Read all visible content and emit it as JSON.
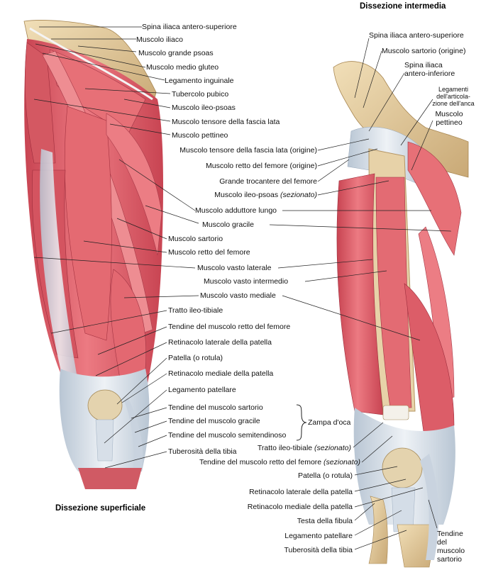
{
  "titles": {
    "intermediate": "Dissezione intermedia",
    "superficial": "Dissezione superficiale"
  },
  "colors": {
    "muscle": "#e0606c",
    "muscle_dark": "#b83848",
    "muscle_light": "#f0a0a6",
    "tendon": "#dfe6ee",
    "tendon_shade": "#b9c6d4",
    "bone": "#e8d2a6",
    "bone_dark": "#c7a977",
    "leader": "#222222"
  },
  "left_labels": {
    "spina_iliaca": "Spina iliaca antero-superiore",
    "iliaco": "Muscolo iliaco",
    "grande_psoas": "Muscolo grande psoas",
    "medio_gluteo": "Muscolo medio gluteo",
    "legamento_inguinale": "Legamento inguinale",
    "tubercolo_pubico": "Tubercolo pubico",
    "ileo_psoas": "Muscolo ileo-psoas",
    "tensore": "Muscolo tensore della fascia lata",
    "pettineo": "Muscolo pettineo",
    "sartorio": "Muscolo sartorio",
    "retto_femore": "Muscolo retto del femore",
    "tratto": "Tratto ileo-tibiale",
    "tendine_retto": "Tendine del muscolo retto del femore",
    "retinacolo_laterale": "Retinacolo laterale della patella",
    "patella": "Patella (o rotula)",
    "retinacolo_mediale": "Retinacolo mediale della patella",
    "legamento_patellare": "Legamento patellare",
    "tendine_sartorio": "Tendine del muscolo sartorio",
    "tendine_gracile": "Tendine del muscolo gracile",
    "tendine_semitendinoso": "Tendine del muscolo semitendinoso",
    "tuberosita": "Tuberosità della tibia",
    "zampa_oca": "Zampa d'oca"
  },
  "shared_labels": {
    "adduttore_lungo": "Muscolo adduttore lungo",
    "gracile": "Muscolo gracile",
    "vasto_laterale": "Muscolo vasto laterale",
    "vasto_intermedio": "Muscolo vasto intermedio",
    "vasto_mediale": "Muscolo vasto mediale"
  },
  "right_labels": {
    "spina_iliaca_as": "Spina iliaca antero-superiore",
    "sartorio_origine": "Muscolo sartorio (origine)",
    "spina_iliaca_ai_1": "Spina iliaca",
    "spina_iliaca_ai_2": "antero-inferiore",
    "legamenti_1": "Legamenti",
    "legamenti_2": "dell'articola-",
    "legamenti_3": "zione dell'anca",
    "pettineo_1": "Muscolo",
    "pettineo_2": "pettineo",
    "tensore_origine": "Muscolo tensore della fascia lata (origine)",
    "retto_origine": "Muscolo retto del femore (origine)",
    "grande_trocantere": "Grande trocantere del femore",
    "ileo_psoas_main": "Muscolo ileo-psoas",
    "ileo_psoas_note": "(sezionato)",
    "tratto_main": "Tratto ileo-tibiale",
    "tratto_note": "(sezionato)",
    "tendine_retto_main": "Tendine del muscolo retto del femore",
    "tendine_retto_note": "(sezionato)",
    "patella": "Patella (o rotula)",
    "retinacolo_laterale": "Retinacolo laterale della patella",
    "retinacolo_mediale": "Retinacolo mediale della patella",
    "testa_fibula": "Testa della fibula",
    "legamento_patellare": "Legamento patellare",
    "tuberosita": "Tuberosità della tibia",
    "tendine_sartorio_1": "Tendine",
    "tendine_sartorio_2": "del",
    "tendine_sartorio_3": "muscolo",
    "tendine_sartorio_4": "sartorio"
  }
}
